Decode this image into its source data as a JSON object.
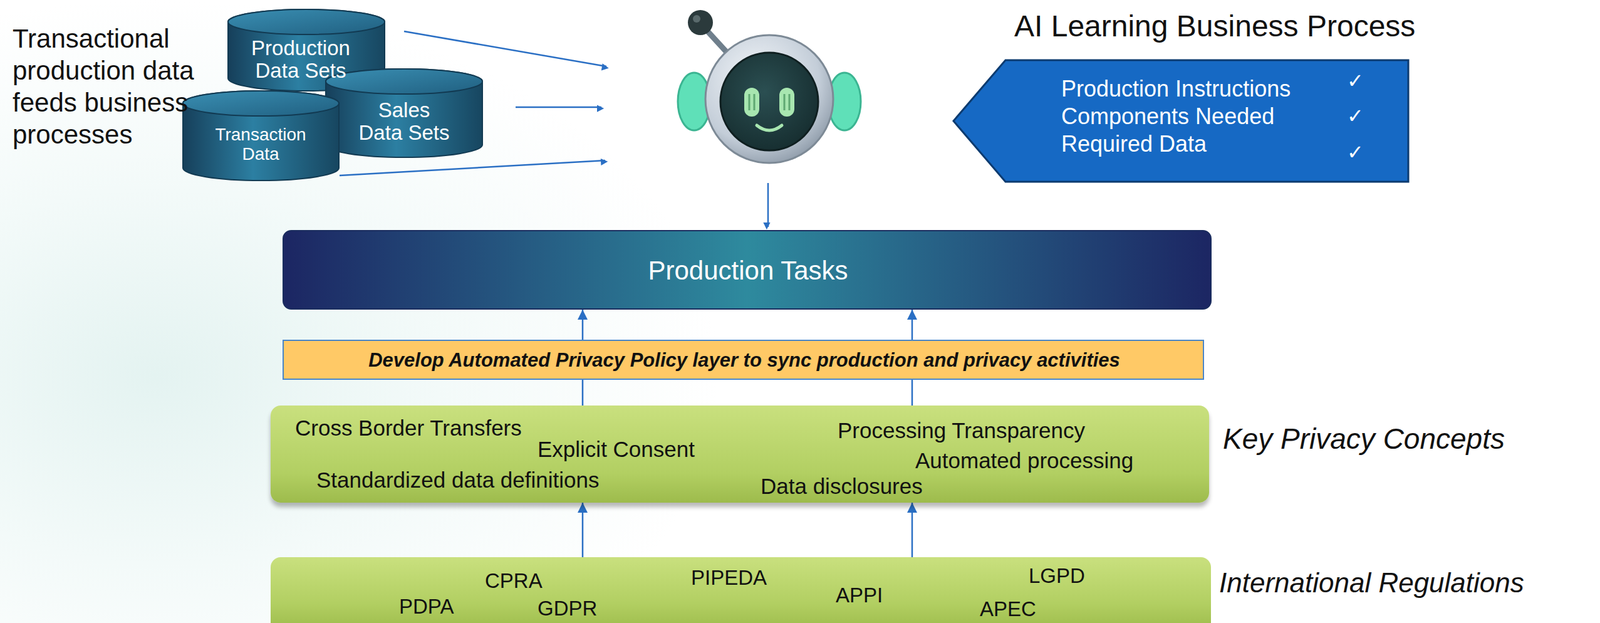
{
  "diagram": {
    "nodes": [
      {
        "text": [
          "Production Data Sets"
        ]
      },
      {
        "text": [
          "Sales Data Sets"
        ]
      },
      {
        "text": [
          "Transaction Data"
        ]
      },
      {
        "text": [
          "AI Learning Business Process",
          "Production Instructions",
          "Components Needed",
          "Required Data",
          "✓",
          "✓",
          "✓"
        ]
      },
      {
        "text": [
          "Production Tasks"
        ]
      },
      {
        "text": [
          "Develop Automated Privacy Policy layer to sync production and privacy activities"
        ]
      },
      {
        "text": [
          "Key Privacy Concepts",
          "Cross Border Transfers",
          "Explicit Consent",
          "Standardized data definitions",
          "Processing Transparency",
          "Automated processing",
          "Data disclosures"
        ]
      },
      {
        "text": [
          "International Regulations",
          "CPRA",
          "PIPEDA",
          "LGPD",
          "PDPA",
          "GDPR",
          "APPI",
          "APEC"
        ]
      }
    ],
    "edges": [
      {
        "from": 7,
        "to": 6,
        "arrow": "to"
      },
      {
        "from": 7,
        "to": 6,
        "arrow": "to"
      },
      {
        "from": 6,
        "to": 5,
        "arrow": "none"
      },
      {
        "from": 6,
        "to": 5,
        "arrow": "none"
      },
      {
        "from": 5,
        "to": 4,
        "arrow": "to"
      },
      {
        "from": 5,
        "to": 4,
        "arrow": "to"
      }
    ],
    "labels": [
      "Transactional production data feeds business processes"
    ]
  }
}
